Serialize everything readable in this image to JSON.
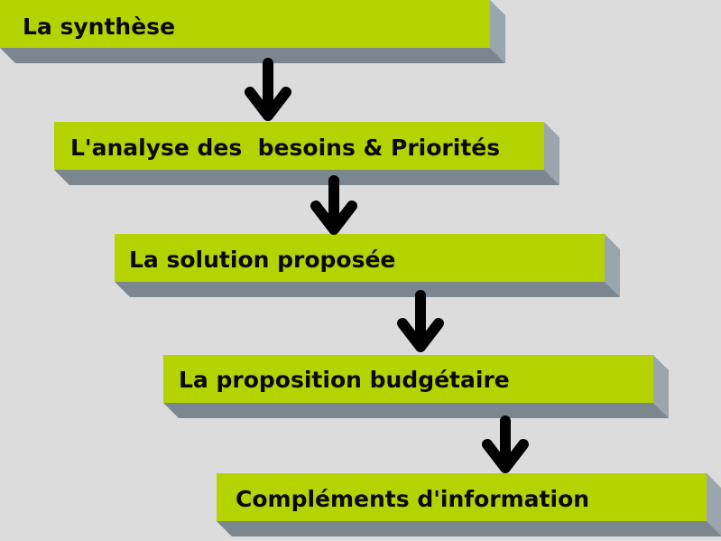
{
  "colors": {
    "background": "#dcdcdc",
    "box": "#b5d300",
    "shadow_bottom": "#7b868e",
    "shadow_side": "#9ba5ad",
    "arrow": "#000000"
  },
  "steps": [
    {
      "label": "La synthèse"
    },
    {
      "label": "L'analyse des  besoins & Priorités"
    },
    {
      "label": "La solution proposée"
    },
    {
      "label": "La proposition budgétaire"
    },
    {
      "label": "Compléments d'information"
    }
  ]
}
